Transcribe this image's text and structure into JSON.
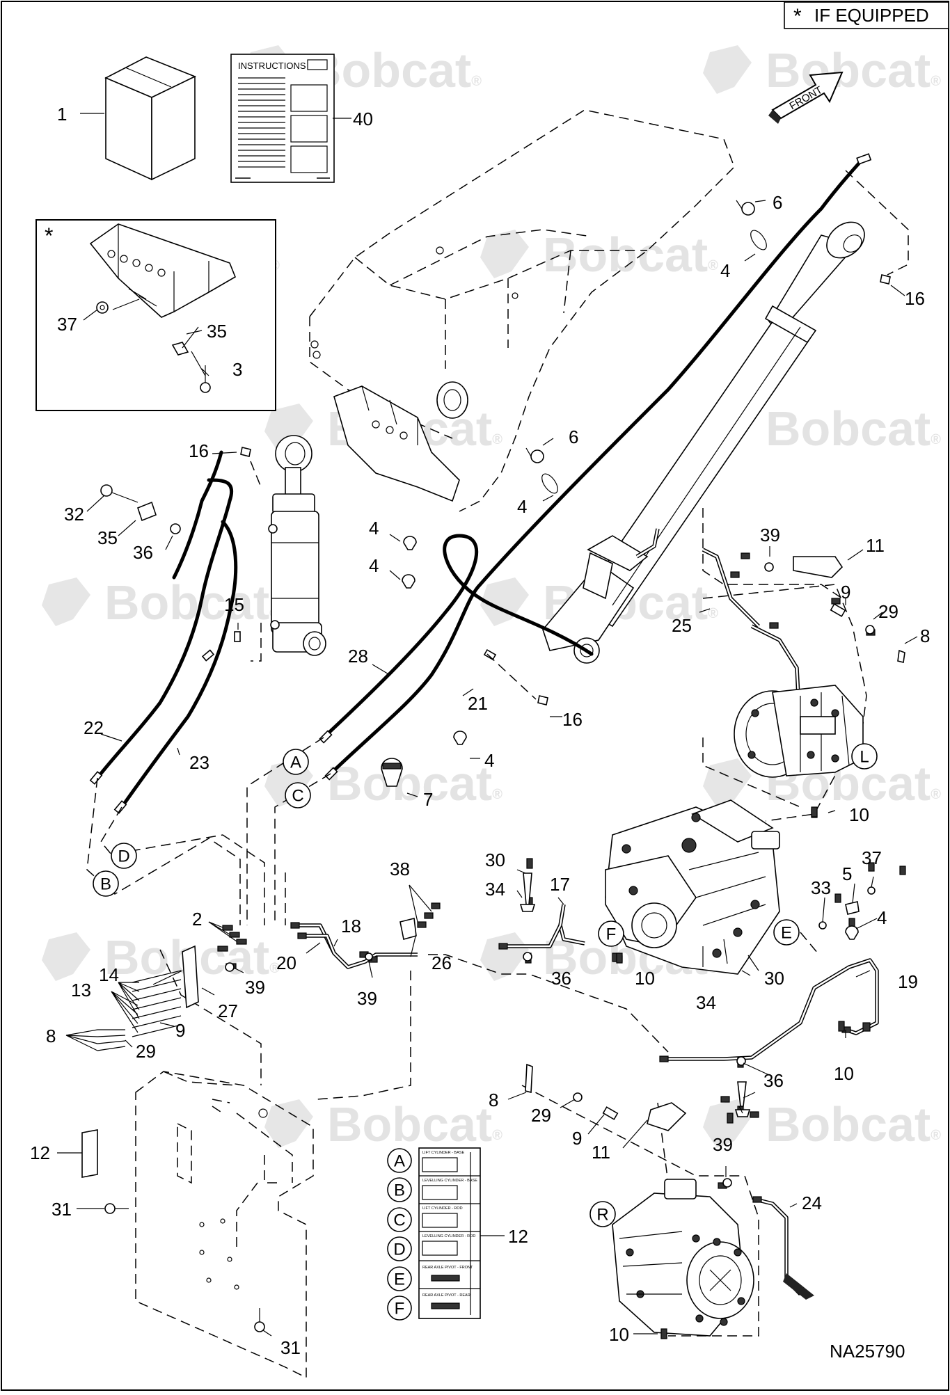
{
  "header": {
    "note_symbol": "*",
    "note_text": "IF EQUIPPED"
  },
  "watermark": {
    "brand": "Bobcat",
    "registered": "®"
  },
  "instructions": {
    "title": "INSTRUCTIONS"
  },
  "front_arrow": {
    "label": "FRONT"
  },
  "inset": {
    "marker": "*"
  },
  "drawing_number": "NA25790",
  "callouts": [
    "1",
    "40",
    "6",
    "4",
    "16",
    "37",
    "35",
    "3",
    "6",
    "4",
    "16",
    "32",
    "35",
    "36",
    "4",
    "4",
    "15",
    "28",
    "21",
    "16",
    "39",
    "11",
    "9",
    "29",
    "8",
    "25",
    "22",
    "23",
    "4",
    "7",
    "10",
    "30",
    "34",
    "17",
    "38",
    "33",
    "5",
    "37",
    "4",
    "2",
    "18",
    "20",
    "26",
    "39",
    "14",
    "13",
    "39",
    "27",
    "9",
    "29",
    "8",
    "36",
    "10",
    "30",
    "34",
    "19",
    "36",
    "10",
    "8",
    "29",
    "9",
    "11",
    "39",
    "24",
    "12",
    "31",
    "12",
    "31",
    "10"
  ],
  "circle_labels": [
    "A",
    "C",
    "D",
    "B",
    "L",
    "F",
    "E",
    "R"
  ],
  "label_sheet": {
    "letters": [
      "A",
      "B",
      "C",
      "D",
      "E",
      "F"
    ],
    "decal_captions": [
      "LIFT CYLINDER - BASE",
      "LEVELLING CYLINDER - BASE",
      "LIFT CYLINDER - ROD",
      "LEVELLING CYLINDER - ROD",
      "REAR AXLE PIVOT - FRONT",
      "REAR AXLE PIVOT - REAR"
    ]
  },
  "colors": {
    "line": "#000000",
    "background": "#ffffff",
    "watermark": "#e3e3e3"
  }
}
